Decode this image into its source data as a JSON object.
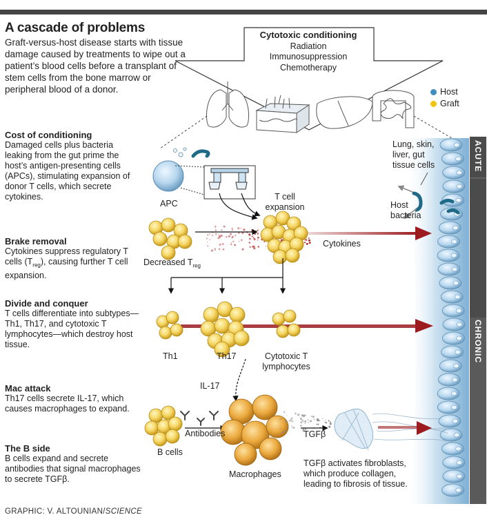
{
  "title": "A cascade of problems",
  "intro": "Graft-versus-host disease starts with tissue damage caused by treatments to wipe out a patient’s blood cells before a transplant of stem cells from the bone marrow or peripheral blood of a donor.",
  "conditioning": {
    "heading": "Cytotoxic conditioning",
    "items": [
      "Radiation",
      "Immunosuppression",
      "Chemotherapy"
    ]
  },
  "legend": {
    "host": "Host",
    "graft": "Graft",
    "host_color": "#3f8fc0",
    "graft_color": "#f2c40f"
  },
  "sections": [
    {
      "heading": "Cost of conditioning",
      "body": "Damaged cells plus bacteria leaking from the gut prime the host’s antigen-presenting cells (APCs), stimulating expansion of donor T cells, which secrete cytokines."
    },
    {
      "heading": "Brake removal",
      "body_pre": "Cytokines suppress regulatory T cells (T",
      "body_sub": "reg",
      "body_post": "), causing further T cell expansion."
    },
    {
      "heading": "Divide and conquer",
      "body": "T cells differentiate into subtypes—Th1, Th17, and cytotoxic T lymphocytes—which destroy host tissue."
    },
    {
      "heading": "Mac attack",
      "body": "Th17 cells secrete IL-17, which causes macrophages to expand."
    },
    {
      "heading": "The B side",
      "body": "B cells expand and secrete antibodies that signal macrophages to secrete TGFβ."
    }
  ],
  "labels": {
    "apc": "APC",
    "t_cell_expansion": "T cell expansion",
    "cytokines": "Cytokines",
    "decreased_treg_pre": "Decreased T",
    "decreased_treg_sub": "reg",
    "th1": "Th1",
    "th17": "Th17",
    "ctl": "Cytotoxic T lymphocytes",
    "il17": "IL-17",
    "antibodies": "Antibodies",
    "b_cells": "B cells",
    "macrophages": "Macrophages",
    "tgfb": "TGFβ",
    "tgfb_note": "TGFβ activates fibroblasts, which produce collagen, leading to fibrosis of tissue.",
    "lung_skin": "Lung, skin, liver, gut tissue cells",
    "host_bacteria": "Host bacteria",
    "acute": "ACUTE",
    "chronic": "CHRONIC"
  },
  "credit_pre": "GRAPHIC: V. ALTOUNIAN/",
  "credit_italic": "SCIENCE",
  "colors": {
    "arrow_red": "#9b1b1e",
    "cell_yellow": "#f3d35a",
    "macrophage": "#e9a93a",
    "tissue_blue": "#a9cbe3"
  }
}
